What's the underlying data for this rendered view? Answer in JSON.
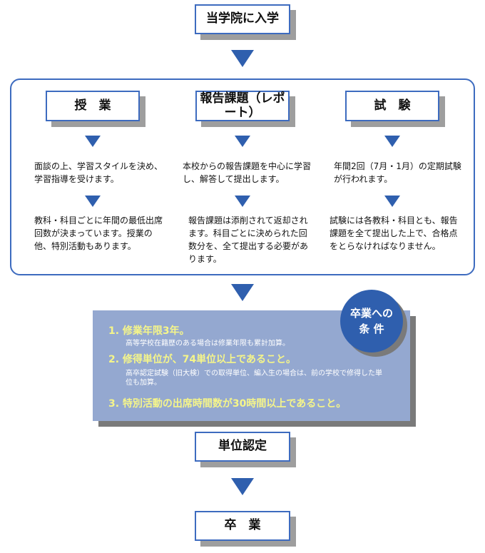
{
  "entry": "当学院に入学",
  "columns": [
    {
      "title": "授　業",
      "text1": "面談の上、学習スタイルを決め、学習指導を受けます。",
      "text2": "教科・科目ごとに年間の最低出席回数が決まっています。授業の他、特別活動もあります。"
    },
    {
      "title": "報告課題（レポート）",
      "text1": "本校からの報告課題を中心に学習し、解答して提出します。",
      "text2": "報告課題は添削されて返却されます。科目ごとに決められた回数分を、全て提出する必要があります。"
    },
    {
      "title": "試　験",
      "text1": "年間2回（7月・1月）の定期試験が行われます。",
      "text2": "試験には各教科・科目とも、報告課題を全て提出した上で、合格点をとらなければなりません。"
    }
  ],
  "conditions": {
    "badge_line1": "卒業への",
    "badge_line2": "条 件",
    "items": [
      {
        "main": "1. 修業年限3年。",
        "sub": "高等学校在籍歴のある場合は修業年限も累計加算。"
      },
      {
        "main": "2. 修得単位が、74単位以上であること。",
        "sub": "高卒認定試験（旧大検）での取得単位、編入生の場合は、前の学校で修得した単位も加算。"
      },
      {
        "main": "3. 特別活動の出席時間数が30時間以上であること。"
      }
    ]
  },
  "credit": "単位認定",
  "graduation": "卒　業"
}
